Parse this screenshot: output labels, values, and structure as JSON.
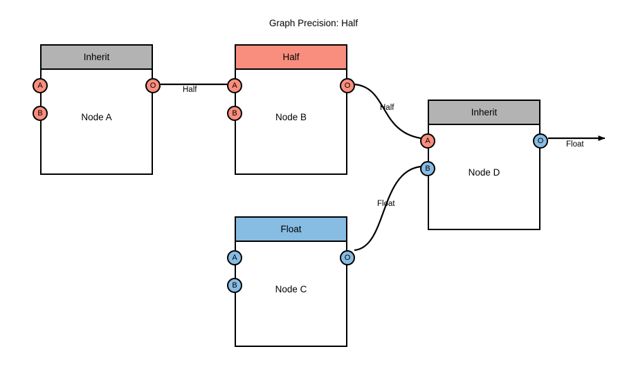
{
  "title": "Graph Precision: Half",
  "colors": {
    "inherit_header": "#B3B3B3",
    "half_header": "#FA8E7E",
    "float_header": "#87BCE3",
    "port_salmon": "#FA8E7E",
    "port_blue": "#87BCE3",
    "stroke": "#000000",
    "background": "#FFFFFF"
  },
  "nodes": [
    {
      "id": "node-a",
      "label": "Node A",
      "header": "Inherit",
      "header_kind": "inherit",
      "ports": {
        "in_a": {
          "label": "A",
          "kind": "salmon"
        },
        "in_b": {
          "label": "B",
          "kind": "salmon"
        },
        "out": {
          "label": "O",
          "kind": "salmon"
        }
      }
    },
    {
      "id": "node-b",
      "label": "Node B",
      "header": "Half",
      "header_kind": "half",
      "ports": {
        "in_a": {
          "label": "A",
          "kind": "salmon"
        },
        "in_b": {
          "label": "B",
          "kind": "salmon"
        },
        "out": {
          "label": "O",
          "kind": "salmon"
        }
      }
    },
    {
      "id": "node-c",
      "label": "Node C",
      "header": "Float",
      "header_kind": "float",
      "ports": {
        "in_a": {
          "label": "A",
          "kind": "blue"
        },
        "in_b": {
          "label": "B",
          "kind": "blue"
        },
        "out": {
          "label": "O",
          "kind": "blue"
        }
      }
    },
    {
      "id": "node-d",
      "label": "Node D",
      "header": "Inherit",
      "header_kind": "inherit",
      "ports": {
        "in_a": {
          "label": "A",
          "kind": "salmon"
        },
        "in_b": {
          "label": "B",
          "kind": "blue"
        },
        "out": {
          "label": "O",
          "kind": "blue"
        }
      }
    }
  ],
  "edges": [
    {
      "id": "edge-a-to-b",
      "from": "node-a.out",
      "to": "node-b.in_a",
      "label": "Half"
    },
    {
      "id": "edge-b-to-d",
      "from": "node-b.out",
      "to": "node-d.in_a",
      "label": "Half"
    },
    {
      "id": "edge-c-to-d",
      "from": "node-c.out",
      "to": "node-d.in_b",
      "label": "Float"
    },
    {
      "id": "edge-d-output",
      "from": "node-d.out",
      "to": "graph-output",
      "label": "Float"
    }
  ]
}
